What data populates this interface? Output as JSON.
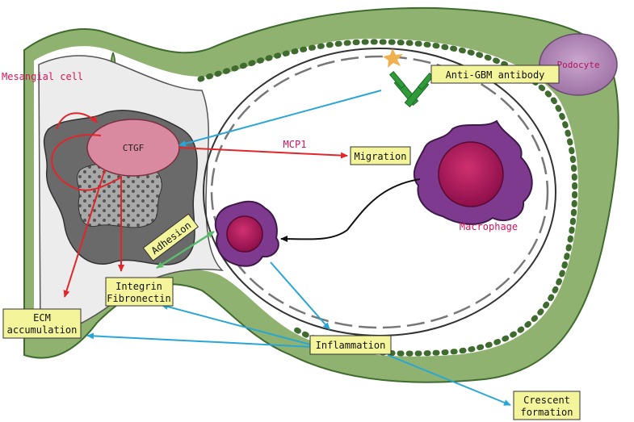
{
  "labels": {
    "mesangial_cell": "Mesangial cell",
    "ctgf": "CTGF",
    "mcp1": "MCP1",
    "podocyte": "Podocyte",
    "macrophage": "Macrophage"
  },
  "boxes": {
    "anti_gbm": "Anti-GBM antibody",
    "migration": "Migration",
    "adhesion": "Adhesion",
    "integrin_line1": "Integrin",
    "integrin_line2": "Fibronectin",
    "ecm_line1": "ECM",
    "ecm_line2": "accumulation",
    "inflammation": "Inflammation",
    "crescent_line1": "Crescent",
    "crescent_line2": "formation"
  },
  "colors": {
    "green_fill": "#8fb270",
    "green_stroke": "#3f6b2e",
    "box_fill": "#f4f49a",
    "red_arrow": "#e0262b",
    "blue_arrow": "#2aa6d6",
    "red_text": "#d4145a",
    "ctgf_fill": "#d98aa0",
    "nucleus_fill": "#b31c63",
    "macrophage_fill": "#7d3a8f",
    "podocyte_fill": "#b58cba",
    "adhesion_arrow": "#5db96b"
  }
}
